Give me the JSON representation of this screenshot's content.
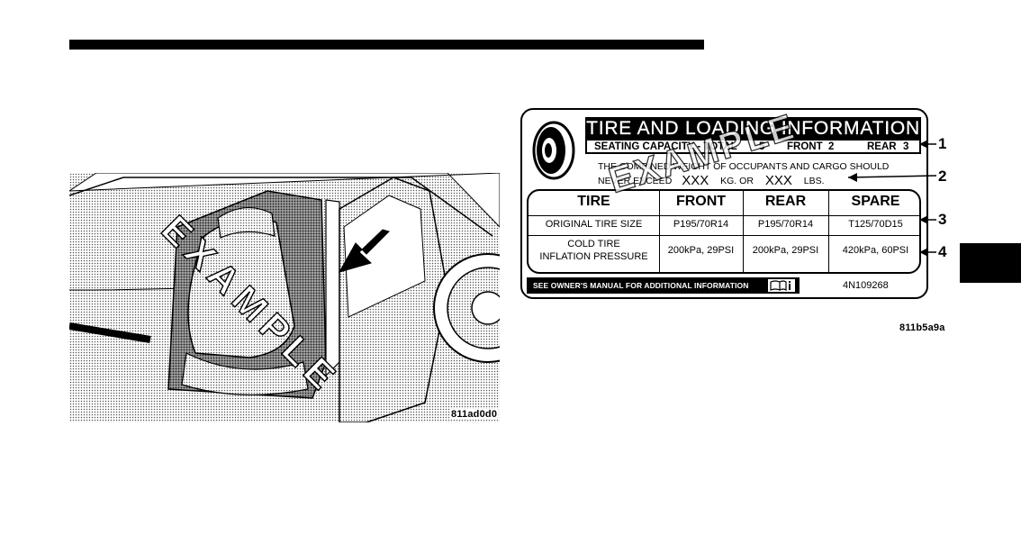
{
  "left_figure": {
    "watermark_text": "EXAMPLE",
    "figure_code": "811ad0d0"
  },
  "label": {
    "title": "TIRE AND LOADING INFORMATION",
    "seating": {
      "total_label": "SEATING CAPACITY - TOTAL",
      "total_value": "5",
      "front_label": "FRONT",
      "front_value": "2",
      "rear_label": "REAR",
      "rear_value": "3"
    },
    "combined_weight_line": "THE COMBINED WEIGHT OF OCCUPANTS AND CARGO SHOULD",
    "never_exceed": "NEVER EXCEED",
    "kg_value": "XXX",
    "kg_or": "KG. OR",
    "lbs_value": "XXX",
    "lbs_unit": "LBS.",
    "table": {
      "headers": [
        "TIRE",
        "FRONT",
        "REAR",
        "SPARE"
      ],
      "rows": [
        {
          "label": "ORIGINAL TIRE SIZE",
          "front": "P195/70R14",
          "rear": "P195/70R14",
          "spare": "T125/70D15"
        },
        {
          "label_line1": "COLD TIRE",
          "label_line2": "INFLATION PRESSURE",
          "front": "200kPa, 29PSI",
          "rear": "200kPa, 29PSI",
          "spare": "420kPa, 60PSI"
        }
      ]
    },
    "footer_text": "SEE OWNER'S MANUAL FOR ADDITIONAL INFORMATION",
    "label_code": "4N109268",
    "watermark_text": "EXAMPLE"
  },
  "callouts": [
    "1",
    "2",
    "3",
    "4"
  ],
  "right_figure_code": "811b5a9a"
}
